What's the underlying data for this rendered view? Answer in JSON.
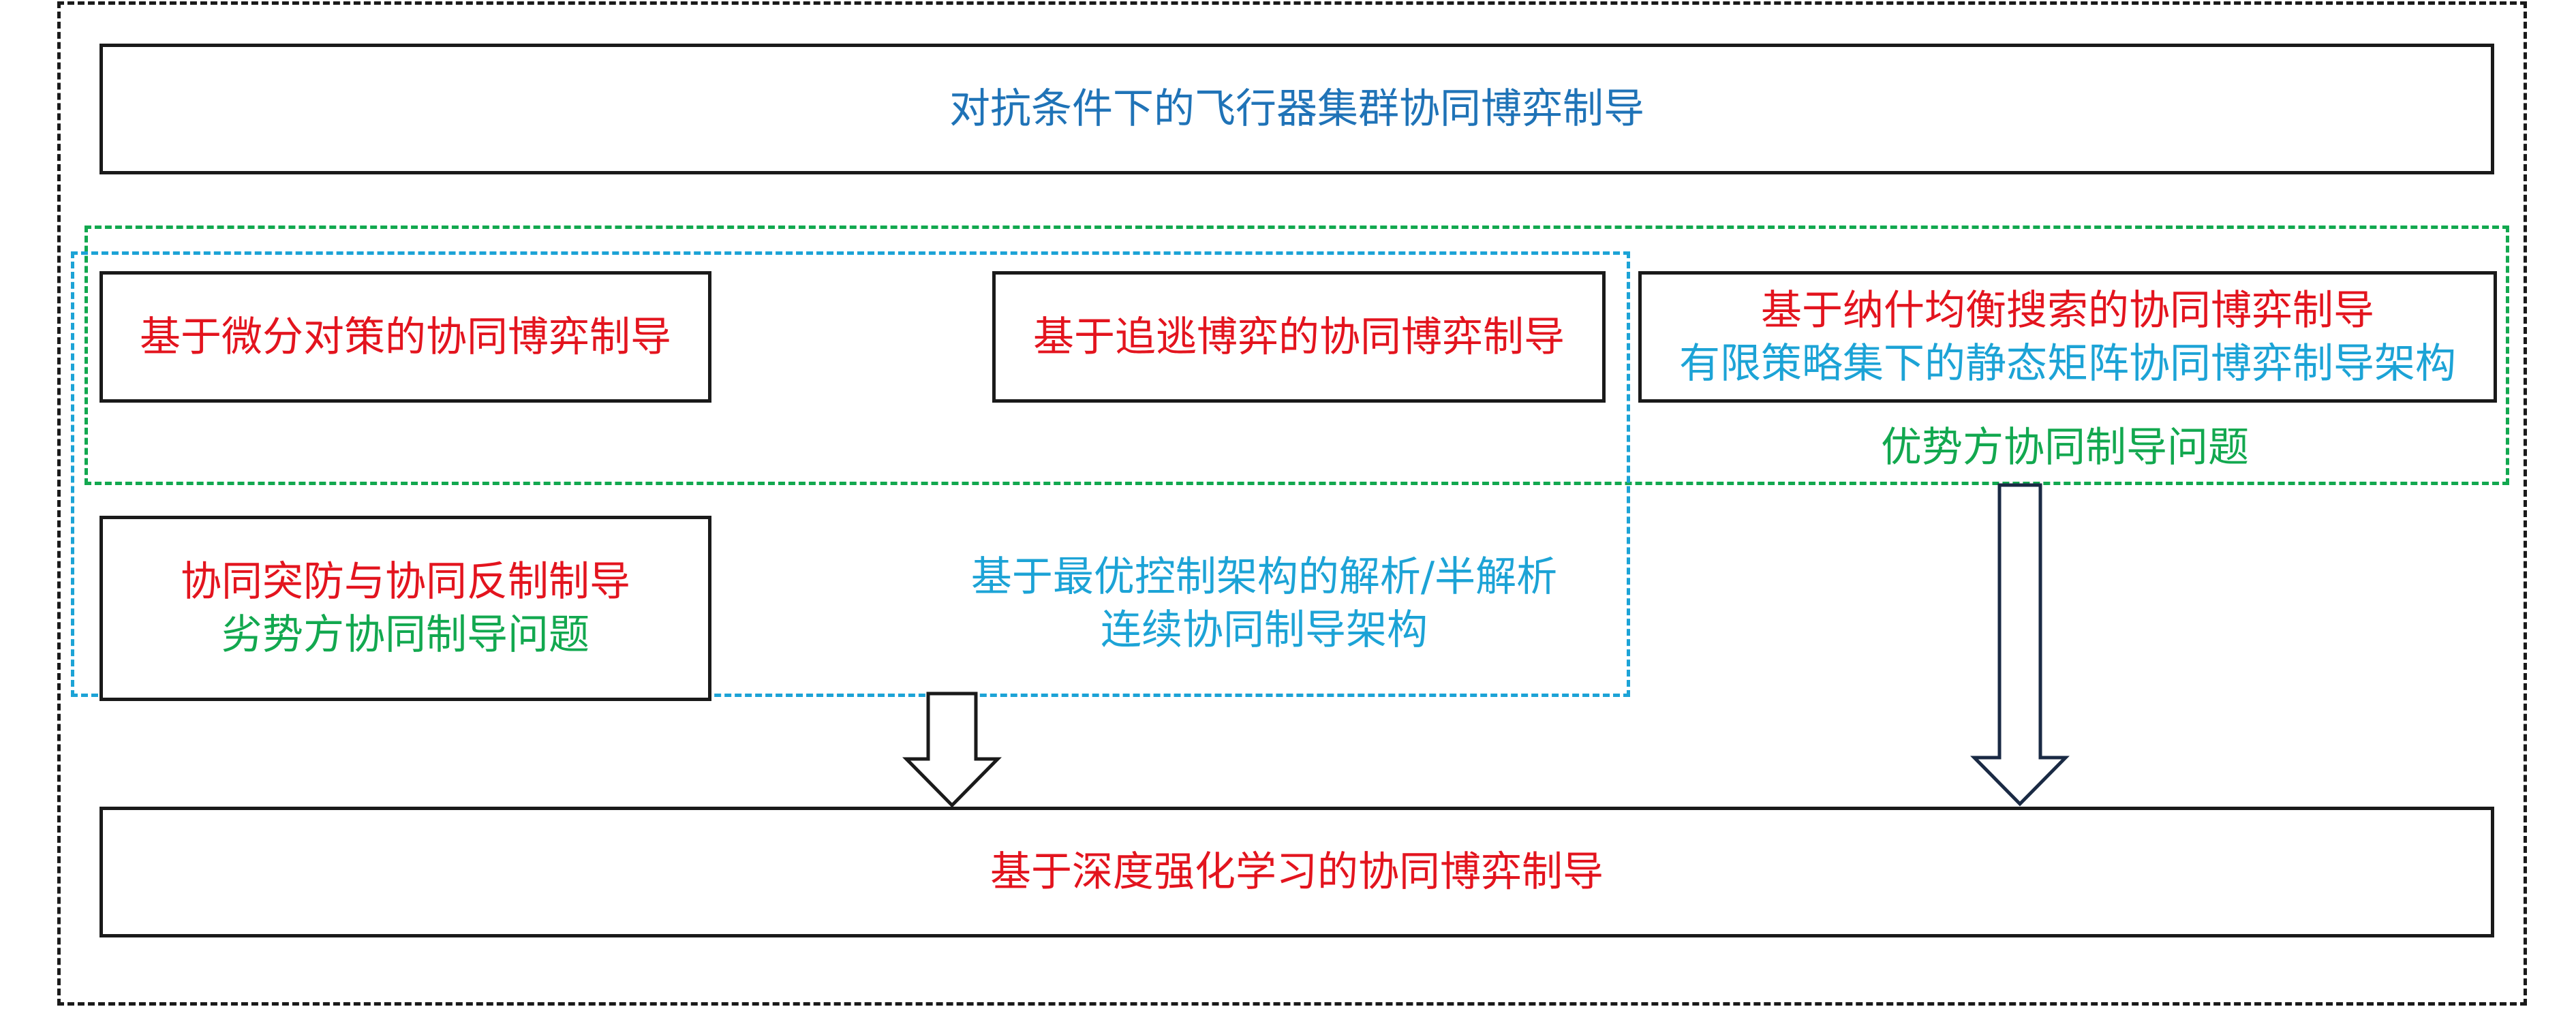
{
  "diagram": {
    "title_box": {
      "text": "对抗条件下的飞行器集群协同博弈制导",
      "color": "#1f73b7"
    },
    "differential_game_box": {
      "text": "基于微分对策的协同博弈制导",
      "color": "#e3141e"
    },
    "pursuit_evasion_box": {
      "text": "基于追逃博弈的协同博弈制导",
      "color": "#e3141e"
    },
    "nash_box": {
      "line1": "基于纳什均衡搜索的协同博弈制导",
      "line2": "有限策略集下的静态矩阵协同博弈制导架构",
      "color1": "#e3141e",
      "color2": "#1ca3d6"
    },
    "advantaged_label": {
      "text": "优势方协同制导问题",
      "color": "#12a84f"
    },
    "penetration_box": {
      "line1": "协同突防与协同反制制导",
      "line2": "劣势方协同制导问题",
      "color1": "#e3141e",
      "color2": "#12a84f"
    },
    "optimal_control_label": {
      "line1": "基于最优控制架构的解析/半解析",
      "line2": "连续协同制导架构",
      "color": "#1ca3d6"
    },
    "drl_box": {
      "text": "基于深度强化学习的协同博弈制导",
      "color": "#e3141e"
    },
    "colors": {
      "border": "#1a1a1a",
      "green_group": "#12a84f",
      "blue_group": "#1ca3d6"
    }
  }
}
